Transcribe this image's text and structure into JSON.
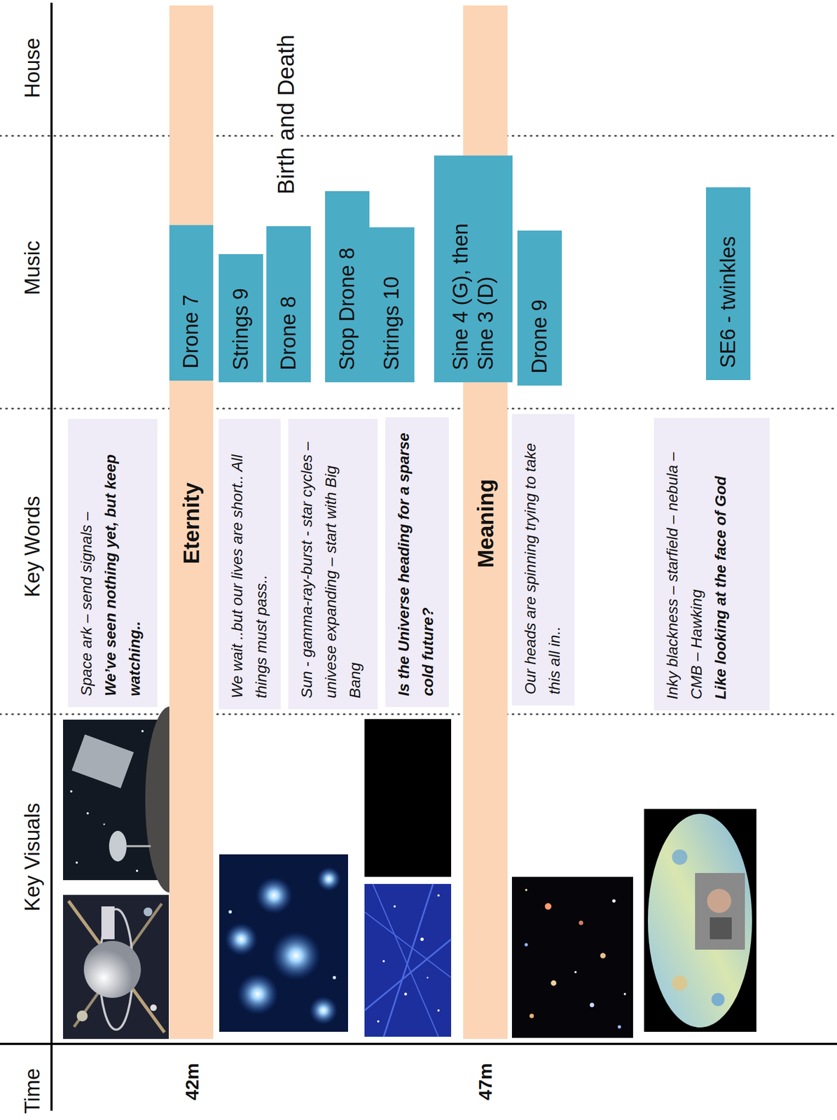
{
  "diagram": {
    "nodes": [
      {
        "text": [
          "Space ark – send signals –",
          "We’ve seen nothing yet, but keep watching.."
        ]
      },
      {
        "text": [
          "Eternity"
        ]
      },
      {
        "text": [
          "Drone 7"
        ],
        "in": 1
      },
      {
        "text": [
          "We wait ..but our lives are short.. All things must pass.."
        ]
      },
      {
        "text": [
          "Strings 9"
        ]
      },
      {
        "text": [
          "Drone 8"
        ]
      },
      {
        "text": [
          "Sun - gamma-ray-burst - star cycles – univese expanding – start with Big Bang"
        ]
      },
      {
        "text": [
          "Stop Drone 8"
        ]
      },
      {
        "text": [
          "Strings 10"
        ]
      },
      {
        "text": [
          "Is the Universe heading for a sparse cold future?"
        ]
      },
      {
        "text": [
          "Meaning"
        ]
      },
      {
        "text": [
          "Sine 4 (G), then Sine 3 (D)"
        ]
      },
      {
        "text": [
          "Our heads are spinning trying to take this all in.."
        ]
      },
      {
        "text": [
          "Drone 9"
        ]
      },
      {
        "text": [
          "Inky blackness – starfield – nebula – CMB – Hawking",
          "Like looking at the face of God"
        ]
      },
      {
        "text": [
          "SE6 - twinkles"
        ]
      }
    ],
    "labels": [
      "Time",
      "Key Visuals",
      "Key Words",
      "Music",
      "House",
      "42m",
      "47m",
      "Birth and Death"
    ]
  }
}
